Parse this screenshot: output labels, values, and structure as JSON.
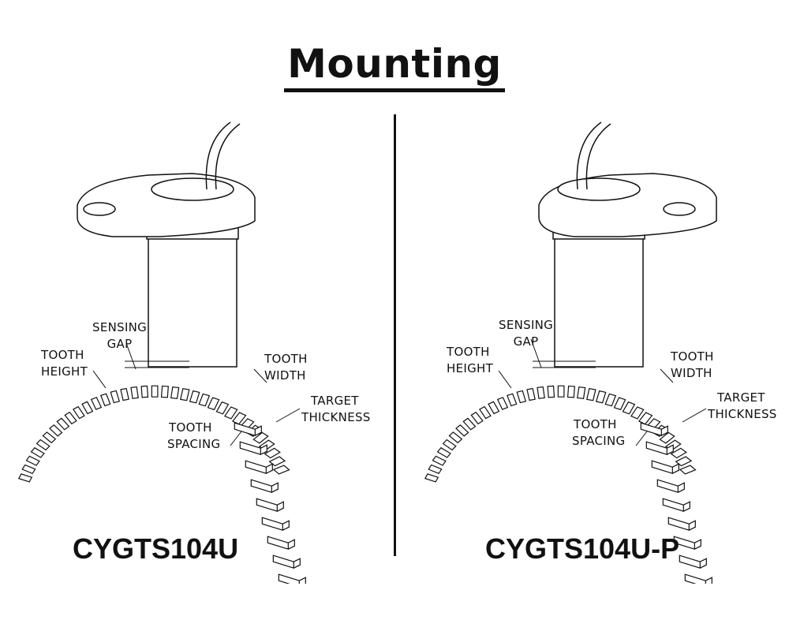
{
  "title": "Mounting",
  "labels": {
    "sensing_gap": [
      "SENSING",
      "GAP"
    ],
    "tooth_height": [
      "TOOTH",
      "HEIGHT"
    ],
    "tooth_width": [
      "TOOTH",
      "WIDTH"
    ],
    "target_thickness": [
      "TARGET",
      "THICKNESS"
    ],
    "tooth_spacing": [
      "TOOTH",
      "SPACING"
    ]
  },
  "panels": [
    {
      "model": "CYGTS104U",
      "flange_hole_side": "left"
    },
    {
      "model": "CYGTS104U-P",
      "flange_hole_side": "right"
    }
  ]
}
